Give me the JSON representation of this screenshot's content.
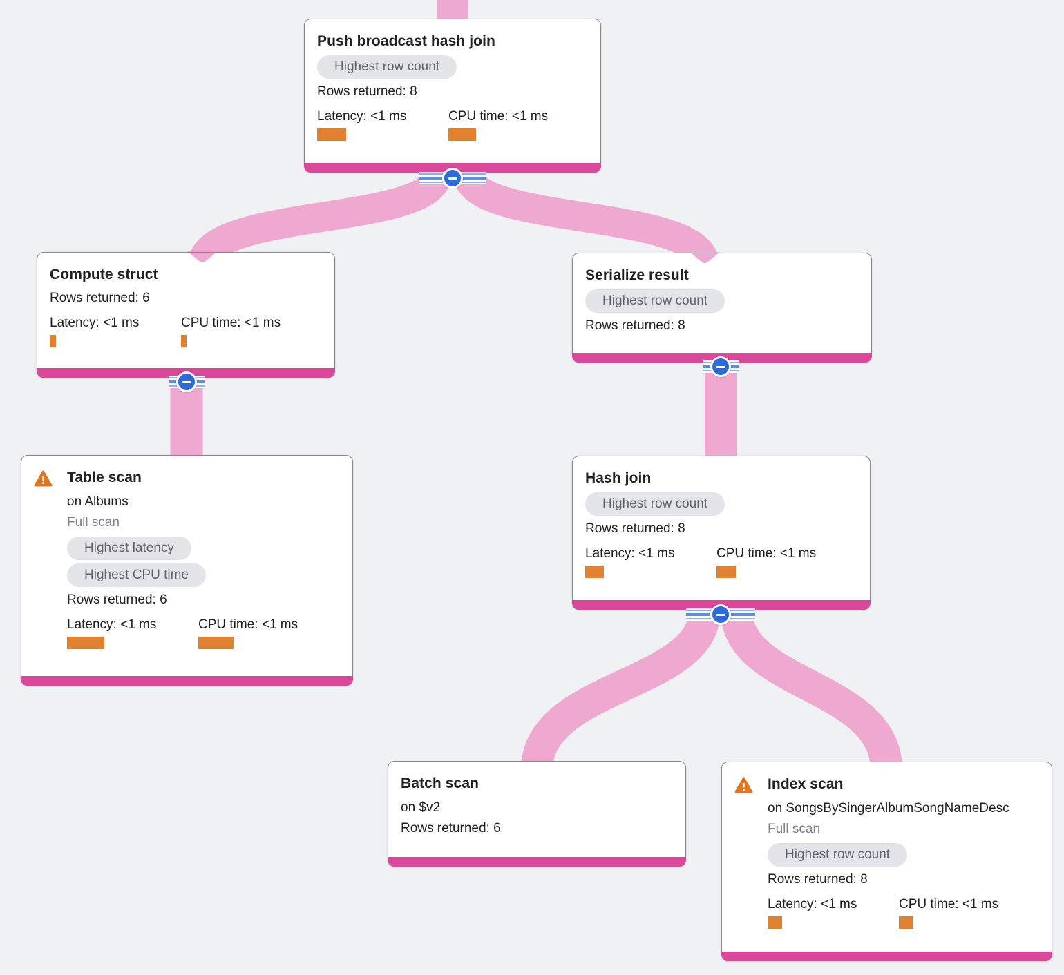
{
  "app": "query-execution-plan-visualizer",
  "colors": {
    "background": "#F0F1F2",
    "accent_pink": "#D9489B",
    "edge_pink": "#EFA8CF",
    "metric_orange": "#E0812F",
    "badge_bg": "#E4E5E8",
    "badge_text": "#5F6368",
    "warning_orange": "#DE7523",
    "collapse_blue": "#2E6BD8",
    "text": "#202124",
    "muted_text": "#7D838A"
  },
  "nodes": [
    {
      "id": "push-broadcast-hash-join",
      "title": "Push broadcast hash join",
      "badges": [
        "Highest row count"
      ],
      "rows_returned": "Rows returned: 8",
      "latency_label": "Latency: <1 ms",
      "cpu_label": "CPU time: <1 ms",
      "latency_bar_width": 42,
      "cpu_bar_width": 40
    },
    {
      "id": "compute-struct",
      "title": "Compute struct",
      "rows_returned": "Rows returned: 6",
      "latency_label": "Latency: <1 ms",
      "cpu_label": "CPU time: <1 ms",
      "latency_bar_width": 9,
      "cpu_bar_width": 8
    },
    {
      "id": "serialize-result",
      "title": "Serialize result",
      "badges": [
        "Highest row count"
      ],
      "rows_returned": "Rows returned: 8"
    },
    {
      "id": "table-scan",
      "title": "Table scan",
      "has_warning": true,
      "scan_target": "on Albums",
      "scan_type": "Full scan",
      "badges": [
        "Highest latency",
        "Highest CPU time"
      ],
      "rows_returned": "Rows returned: 6",
      "latency_label": "Latency: <1 ms",
      "cpu_label": "CPU time: <1 ms",
      "latency_bar_width": 54,
      "cpu_bar_width": 51
    },
    {
      "id": "hash-join",
      "title": "Hash join",
      "badges": [
        "Highest row count"
      ],
      "rows_returned": "Rows returned: 8",
      "latency_label": "Latency: <1 ms",
      "cpu_label": "CPU time: <1 ms",
      "latency_bar_width": 27,
      "cpu_bar_width": 28
    },
    {
      "id": "batch-scan",
      "title": "Batch scan",
      "scan_target": "on $v2",
      "rows_returned": "Rows returned: 6"
    },
    {
      "id": "index-scan",
      "title": "Index scan",
      "has_warning": true,
      "scan_target": "on SongsBySingerAlbumSongNameDesc",
      "scan_type": "Full scan",
      "badges": [
        "Highest row count"
      ],
      "rows_returned": "Rows returned: 8",
      "latency_label": "Latency: <1 ms",
      "cpu_label": "CPU time: <1 ms",
      "latency_bar_width": 21,
      "cpu_bar_width": 21
    }
  ]
}
